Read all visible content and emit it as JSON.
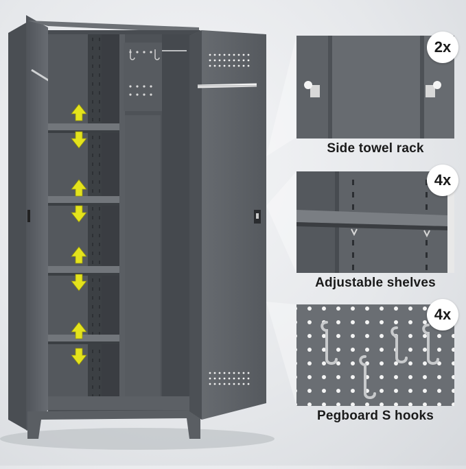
{
  "features": [
    {
      "label": "Side towel rack",
      "qty": "2x"
    },
    {
      "label": "Adjustable shelves",
      "qty": "4x"
    },
    {
      "label": "Pegboard S hooks",
      "qty": "4x"
    }
  ],
  "colors": {
    "cabinet": "#5b5f64",
    "cabinet_dark": "#43474b",
    "cabinet_light": "#6c7075",
    "arrow": "#e4e31c",
    "badge": "#ffffff"
  }
}
